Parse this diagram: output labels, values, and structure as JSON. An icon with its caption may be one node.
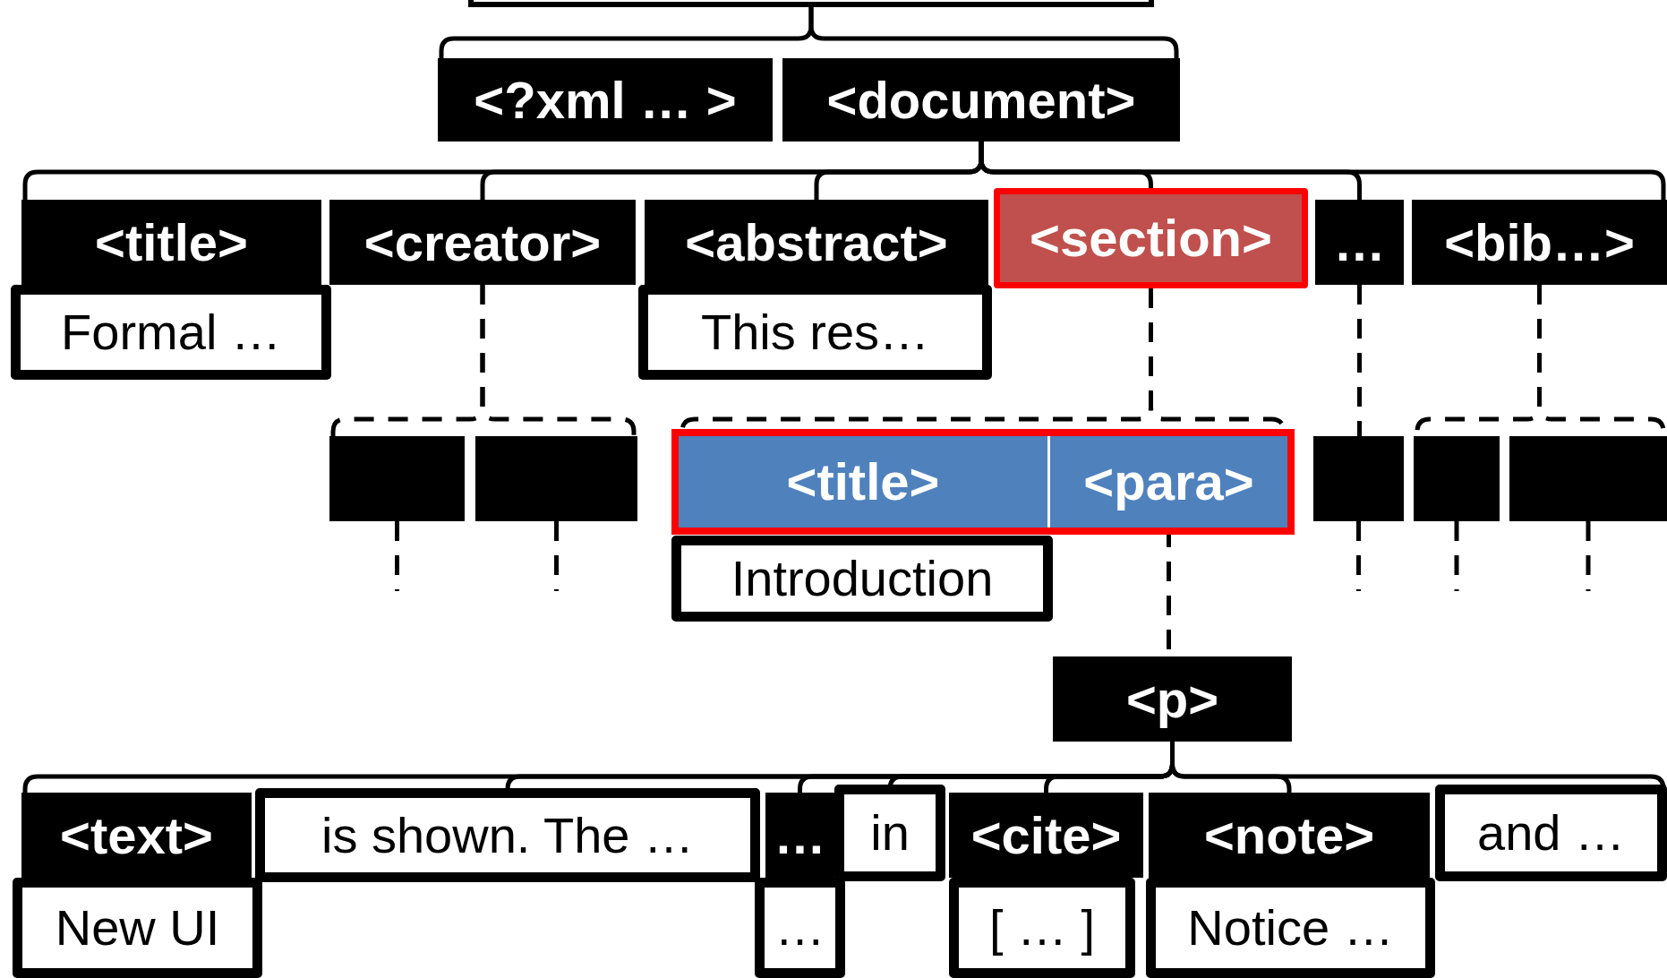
{
  "diagram": {
    "nodes": [
      {
        "text": [],
        "shape": "box"
      },
      {
        "text": [
          "<?xml … >"
        ]
      },
      {
        "text": [
          "<document>"
        ]
      },
      {
        "text": [
          "<title>"
        ]
      },
      {
        "text": [
          "<creator>"
        ]
      },
      {
        "text": [
          "<abstract>"
        ]
      },
      {
        "text": [
          "<section>"
        ]
      },
      {
        "text": [
          "…"
        ]
      },
      {
        "text": [
          "<bib…>"
        ]
      },
      {
        "text": [
          "Formal …"
        ]
      },
      {
        "text": [
          "This res…"
        ]
      },
      {
        "text": [],
        "shape": "box"
      },
      {
        "text": [],
        "shape": "box"
      },
      {
        "text": [],
        "shape": "box"
      },
      {
        "text": [
          "<title>"
        ],
        "in": 13
      },
      {
        "text": [
          "<para>"
        ],
        "in": 13
      },
      {
        "text": [],
        "shape": "box"
      },
      {
        "text": [],
        "shape": "box"
      },
      {
        "text": [],
        "shape": "box"
      },
      {
        "text": [
          "Introduction"
        ]
      },
      {
        "text": [
          "<p>"
        ]
      },
      {
        "text": [
          "<text>"
        ]
      },
      {
        "text": [
          "is shown. The …"
        ]
      },
      {
        "text": [
          "…"
        ]
      },
      {
        "text": [
          "in"
        ]
      },
      {
        "text": [
          "<cite>"
        ]
      },
      {
        "text": [
          "<note>"
        ]
      },
      {
        "text": [
          "and …"
        ]
      },
      {
        "text": [
          "New UI"
        ]
      },
      {
        "text": [
          "…"
        ]
      },
      {
        "text": [
          "[ … ]"
        ]
      },
      {
        "text": [
          "Notice …"
        ]
      }
    ],
    "edges": [
      {
        "from": 0,
        "to": 1,
        "arrow": "none"
      },
      {
        "from": 0,
        "to": 2,
        "arrow": "none"
      },
      {
        "from": 2,
        "to": 3,
        "arrow": "none"
      },
      {
        "from": 2,
        "to": 4,
        "arrow": "none"
      },
      {
        "from": 2,
        "to": 5,
        "arrow": "none"
      },
      {
        "from": 2,
        "to": 6,
        "arrow": "none"
      },
      {
        "from": 2,
        "to": 7,
        "arrow": "none"
      },
      {
        "from": 2,
        "to": 8,
        "arrow": "none"
      },
      {
        "from": 4,
        "to": 11,
        "arrow": "none",
        "style": "dashed"
      },
      {
        "from": 4,
        "to": 12,
        "arrow": "none",
        "style": "dashed"
      },
      {
        "from": 6,
        "to": 14,
        "arrow": "none",
        "style": "dashed"
      },
      {
        "from": 6,
        "to": 15,
        "arrow": "none",
        "style": "dashed"
      },
      {
        "from": 7,
        "to": 16,
        "arrow": "none",
        "style": "dashed"
      },
      {
        "from": 8,
        "to": 17,
        "arrow": "none",
        "style": "dashed"
      },
      {
        "from": 8,
        "to": 18,
        "arrow": "none",
        "style": "dashed"
      },
      {
        "from": 11,
        "to": null,
        "arrow": "none",
        "style": "dashed"
      },
      {
        "from": 12,
        "to": null,
        "arrow": "none",
        "style": "dashed"
      },
      {
        "from": 16,
        "to": null,
        "arrow": "none",
        "style": "dashed"
      },
      {
        "from": 17,
        "to": null,
        "arrow": "none",
        "style": "dashed"
      },
      {
        "from": 18,
        "to": null,
        "arrow": "none",
        "style": "dashed"
      },
      {
        "from": 15,
        "to": 20,
        "arrow": "none",
        "style": "dashed"
      },
      {
        "from": 20,
        "to": 21,
        "arrow": "none"
      },
      {
        "from": 20,
        "to": 22,
        "arrow": "none"
      },
      {
        "from": 20,
        "to": 23,
        "arrow": "none"
      },
      {
        "from": 20,
        "to": 24,
        "arrow": "none"
      },
      {
        "from": 20,
        "to": 25,
        "arrow": "none"
      },
      {
        "from": 20,
        "to": 26,
        "arrow": "none"
      },
      {
        "from": 20,
        "to": 27,
        "arrow": "none"
      }
    ]
  }
}
